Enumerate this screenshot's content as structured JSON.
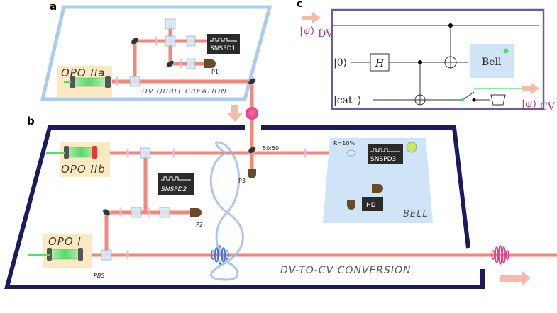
{
  "panels": {
    "a": "a",
    "b": "b",
    "c": "c"
  },
  "panel_a": {
    "title": "DV QUBIT CREATION",
    "opo": "OPO IIa",
    "detector": "SNSPD1",
    "p1": "P1"
  },
  "panel_b": {
    "opo_iib": "OPO IIb",
    "opo_i": "OPO I",
    "pbs": "PBS",
    "beamsplitter": "50:50",
    "p2": "P2",
    "p3": "P3",
    "snspd2": "SNSPD2",
    "snspd3": "SNSPD3",
    "reflectivity": "R=10%",
    "hd": "HD",
    "bell": "BELL",
    "title": "DV-TO-CV CONVERSION"
  },
  "panel_c": {
    "input_dv": "|ψ⟩",
    "input_dv_sub": "DV",
    "ket_zero": "|0⟩",
    "hadamard": "H",
    "ket_cat": "|cat⁻⟩",
    "bell": "Bell",
    "output_cv": "|ψ⟩",
    "output_cv_sub": "CV"
  },
  "colors": {
    "beam": "#f2877a",
    "frame_a": "#a9cdee",
    "frame_b": "#1a1a5e",
    "frame_c": "#6a5ba4",
    "bell_fill": "#cfe4f7",
    "ket_pink": "#a7368f",
    "led_green": "#4be06a"
  }
}
